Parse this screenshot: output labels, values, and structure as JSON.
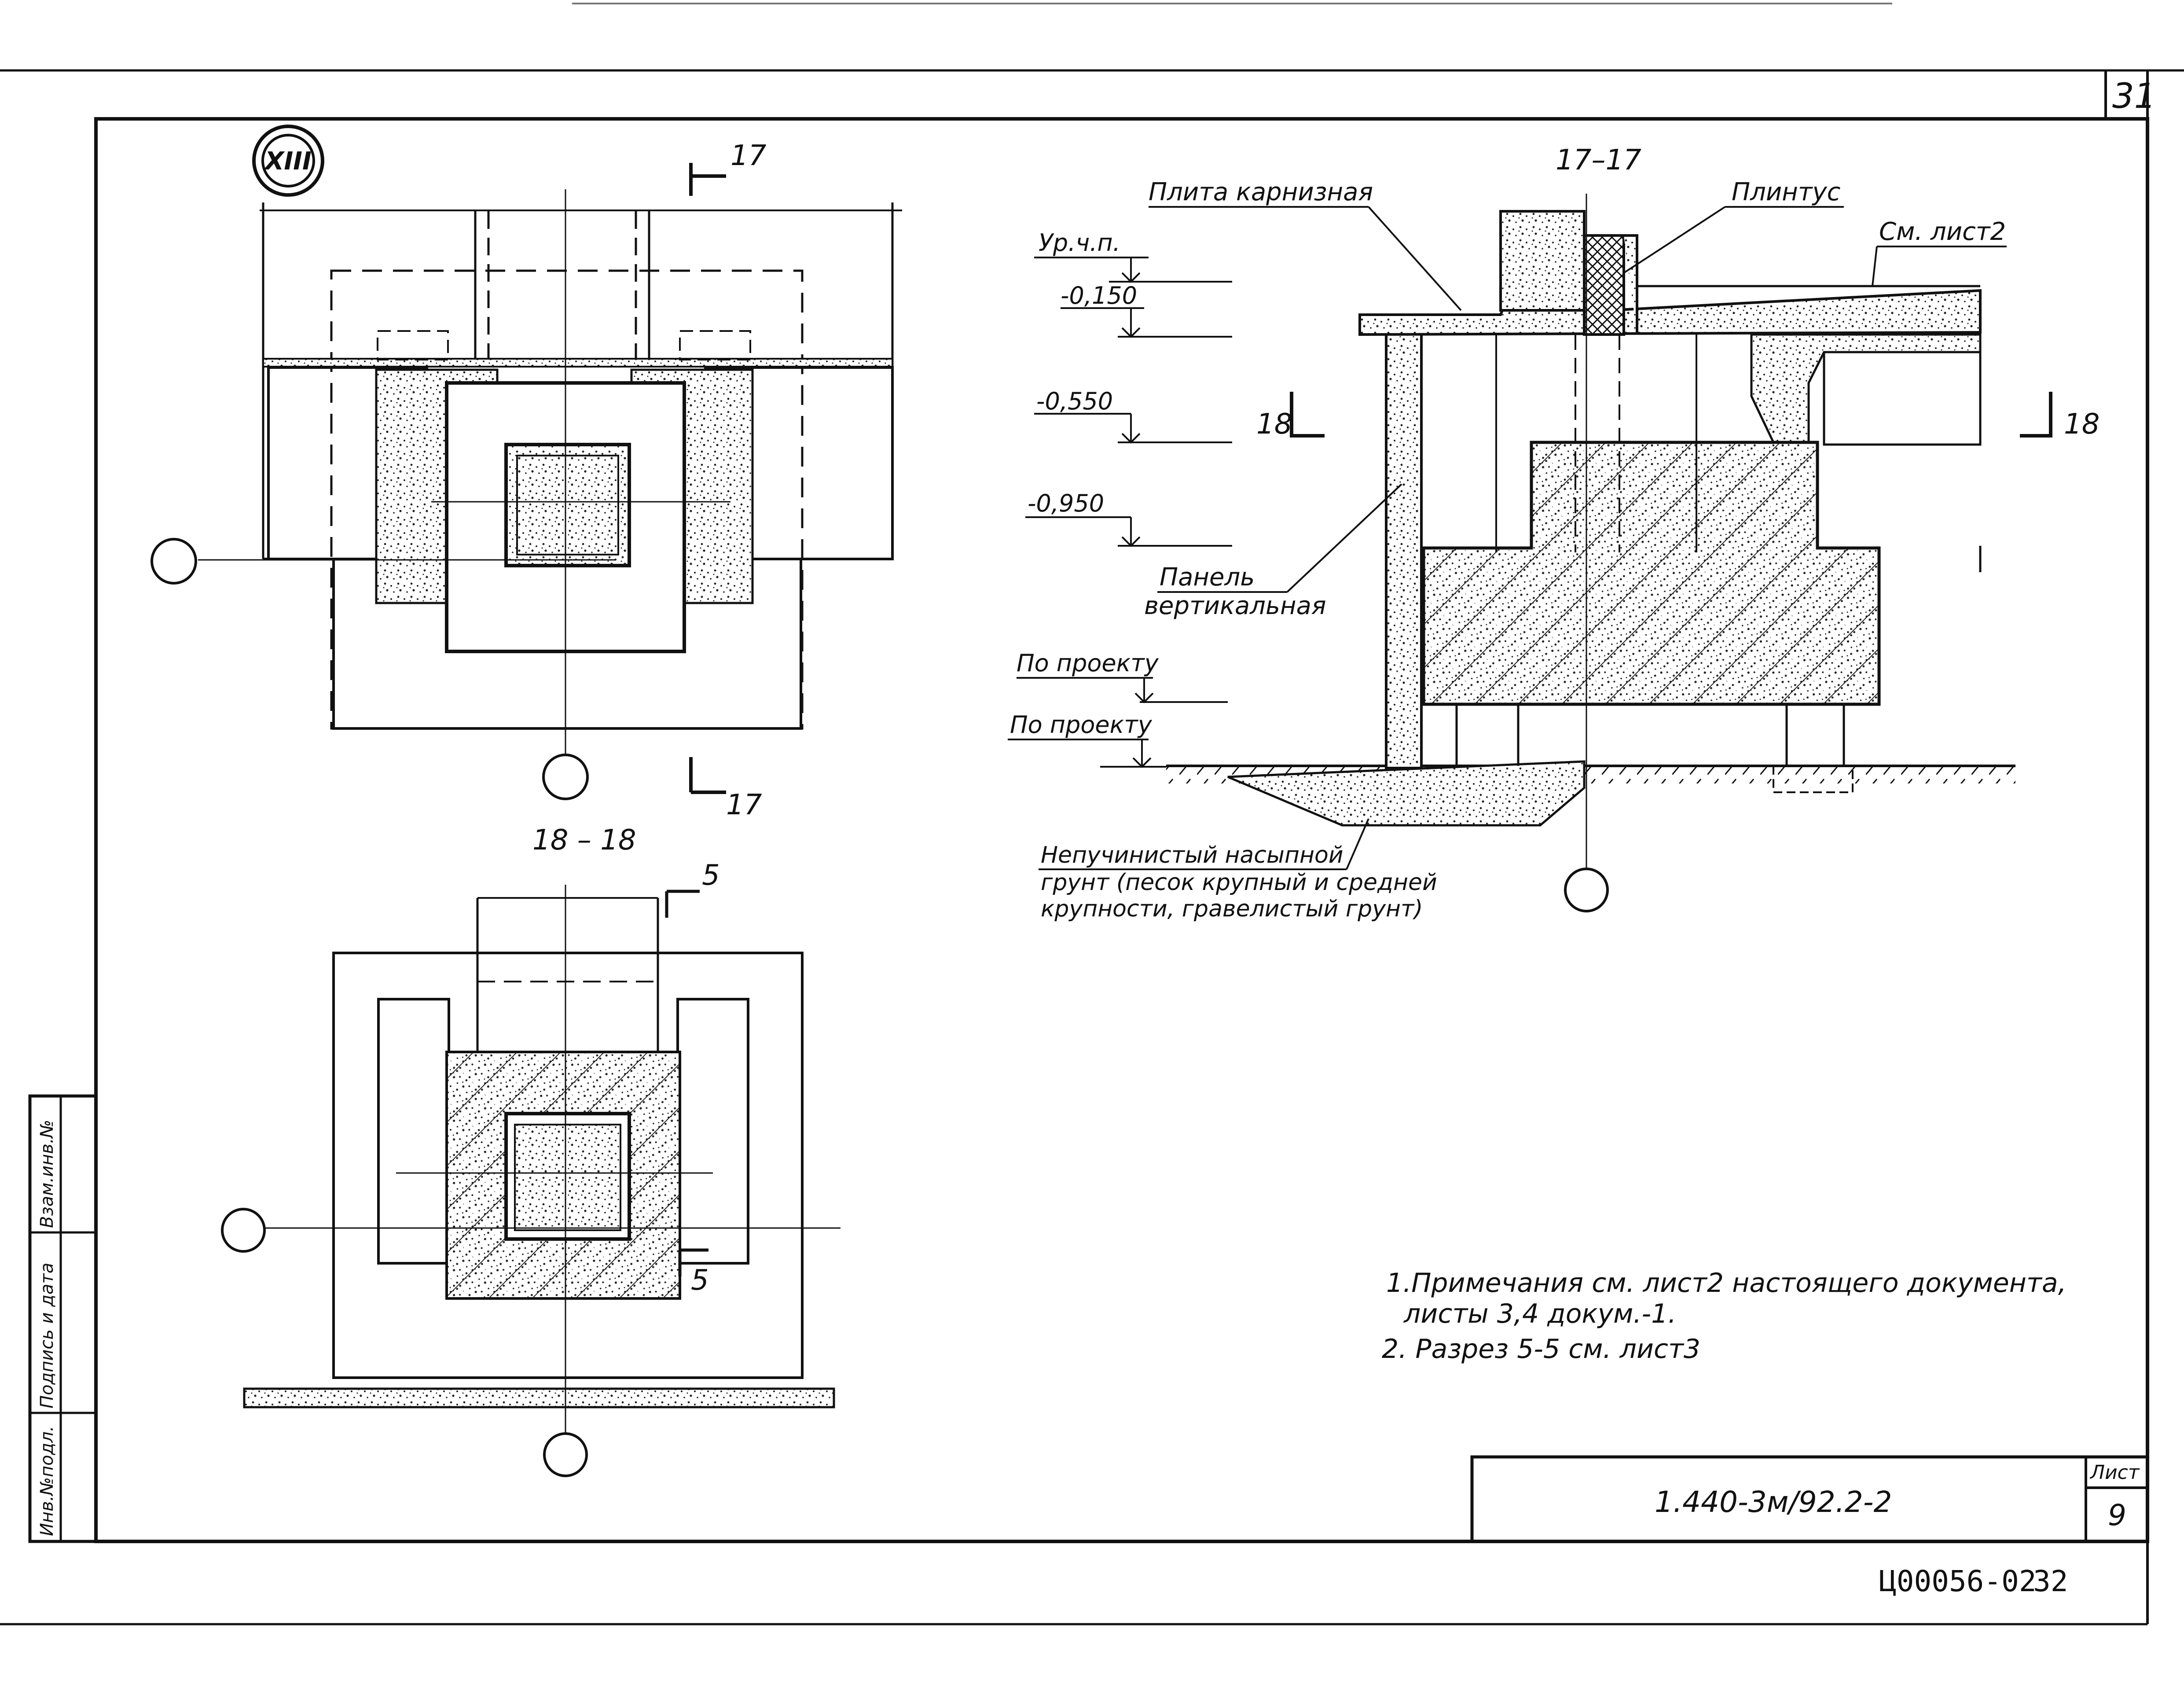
{
  "sheet": {
    "corner_number": "31",
    "detail_marker": "XIII",
    "code": "1.440-3м/92.2-2",
    "sheet_label": "Лист",
    "sheet_number": "9",
    "archive_code": "Ц00056-02",
    "archive_page": "32"
  },
  "side_stamp": {
    "inv_no": "Инв.№подл.",
    "sign_date": "Подпись и дата",
    "replace_inv": "Взам.инв.№"
  },
  "plan_top": {
    "cut_mark": "17",
    "cut_mark_bottom": "17"
  },
  "section_18": {
    "title": "18 – 18",
    "cut_mark": "5",
    "cut_mark_bottom": "5"
  },
  "section_17": {
    "title": "17–17",
    "cut_left": "18",
    "cut_right": "18",
    "label_cornice": "Плита карнизная",
    "label_plinth": "Плинтус",
    "label_see_sheet": "См. лист2",
    "label_panel_1": "Панель",
    "label_panel_2": "вертикальная",
    "label_soil_1": "Непучинистый насыпной",
    "label_soil_2": "грунт (песок крупный и средней",
    "label_soil_3": "крупности, гравелистый грунт)"
  },
  "levels": {
    "floor": "Ур.ч.п.",
    "l1": "-0,150",
    "l2": "-0,550",
    "l3": "-0,950",
    "p1": "По проекту",
    "p2": "По проекту"
  },
  "notes": {
    "n1a": "1.Примечания см. лист2 настоящего документа,",
    "n1b": "листы 3,4 докум.-1.",
    "n2": "2. Разрез 5-5 см. лист3"
  }
}
